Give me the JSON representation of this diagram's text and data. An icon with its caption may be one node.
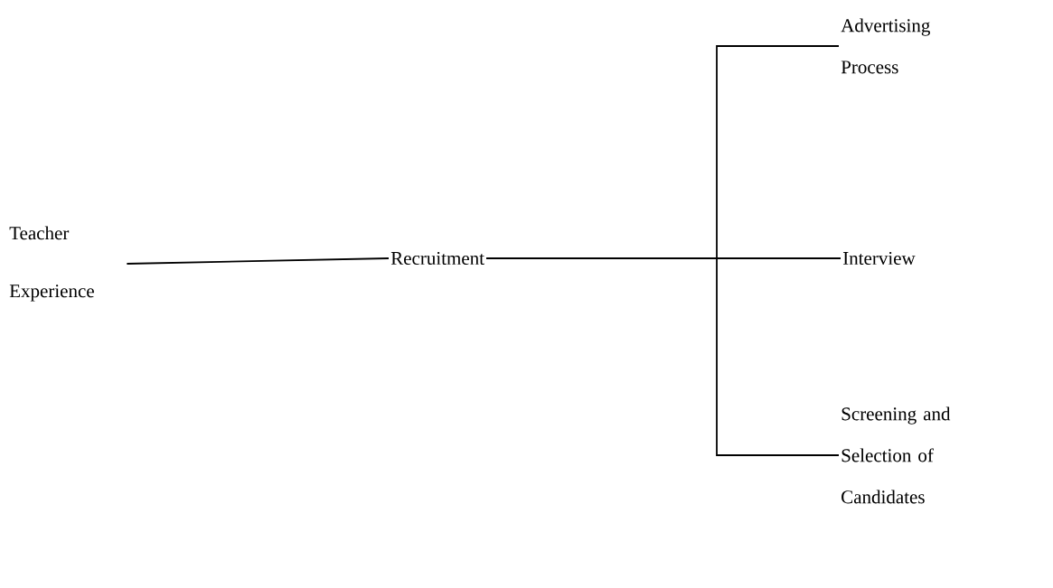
{
  "diagram": {
    "nodes": [
      {
        "text": [
          "Teacher Experience"
        ]
      },
      {
        "text": [
          "Recruitment"
        ]
      },
      {
        "text": [
          "Advertising Process"
        ]
      },
      {
        "text": [
          "Interview"
        ]
      },
      {
        "text": [
          "Screening and Selection of Candidates"
        ]
      }
    ],
    "edges": [
      {
        "from": 0,
        "to": 1,
        "arrow": "none"
      },
      {
        "from": 1,
        "to": 2,
        "arrow": "none"
      },
      {
        "from": 1,
        "to": 3,
        "arrow": "none"
      },
      {
        "from": 1,
        "to": 4,
        "arrow": "none"
      }
    ]
  }
}
